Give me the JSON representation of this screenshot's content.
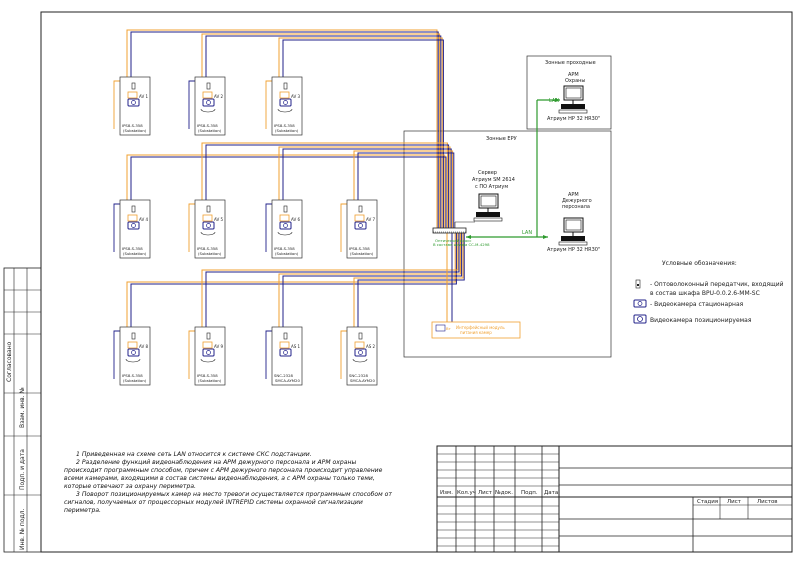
{
  "zones": {
    "checkpoint": "Зонные проходные",
    "cpo": "Зонные ЕРУ"
  },
  "workstations": {
    "guard": {
      "lines": [
        "АРМ",
        "Охраны"
      ],
      "model": "Атриум HP 32 HR30\""
    },
    "duty": {
      "lines": [
        "АРМ",
        "Дежурного",
        "персонала"
      ],
      "model": "Атриум HP 32 HR30\""
    }
  },
  "server": {
    "lines": [
      "Сервер",
      "Атриум SM 2614",
      "с ПО Атриум"
    ]
  },
  "switch_label": [
    "Оптический кросс",
    "В составе шкафа СС-М-4298"
  ],
  "lan_label": "LAN",
  "poe_label": [
    "Вт",
    "Интерфейсный модуль",
    "питания камер"
  ],
  "cameras": [
    {
      "model": "IPS8-S-358",
      "type": "(Substation)",
      "tag": "AV 1"
    },
    {
      "model": "IPS8-S-358",
      "type": "(Substation)",
      "tag": "AV 2"
    },
    {
      "model": "IPS8-S-358",
      "type": "(Substation)",
      "tag": "AV 3"
    },
    {
      "model": "IPS8-S-358",
      "type": "(Substation)",
      "tag": "AV 4"
    },
    {
      "model": "IPS8-S-358",
      "type": "(Substation)",
      "tag": "AV 5"
    },
    {
      "model": "IPS8-S-358",
      "type": "(Substation)",
      "tag": "AV 6"
    },
    {
      "model": "IPS8-S-358",
      "type": "(Substation)",
      "tag": "AV 7"
    },
    {
      "model": "IPS8-S-358",
      "type": "(Substation)",
      "tag": "AV 8"
    },
    {
      "model": "IPS8-S-358",
      "type": "(Substation)",
      "tag": "AV 9"
    },
    {
      "model": "SNC-2328",
      "type": "SMCA-AYM20",
      "tag": "AS 1"
    },
    {
      "model": "SNC-2328",
      "type": "SMCA-AYM20",
      "tag": "AS 2"
    }
  ],
  "legend": {
    "title": "Условные обозначения:",
    "items": [
      "- Оптоволоконный передатчик, входящий в состав шкафа BPU-0.0.2.6-MM-SC",
      "- Видеокамера стационарная",
      "Видеокамера позиционируемая"
    ]
  },
  "notes": [
    "1 Приведенная на схеме сеть LAN относится к системе СКС подстанции.",
    "2 Разделение функций видеонаблюдения на АРМ дежурного персонала и АРМ охраны происходит программным способом, причем с АРМ дежурного персонала происходит управление всеми камерами, входящими в состав системы видеонаблюдения, а с АРМ охраны только теми, которые отвечают за охрану периметра.",
    "3 Поворот позиционируемых камер на место тревоги осуществляется программным способом от сигналов, получаемых от процессорных модулей INTREPID системы охранной сигнализации периметра."
  ],
  "side_labels": [
    "Согласовано",
    "Взам. инв. №",
    "Подп. и дата",
    "Инв. № подл."
  ],
  "title_block": {
    "cols": [
      "Изм.",
      "Кол.уч",
      "Лист",
      "№док.",
      "Подп.",
      "Дата"
    ],
    "stage": "Стадия",
    "sheet": "Лист",
    "sheets": "Листов"
  },
  "colors": {
    "orange": "#f0a030",
    "navy": "#20208a",
    "green": "#2e9a2e"
  }
}
